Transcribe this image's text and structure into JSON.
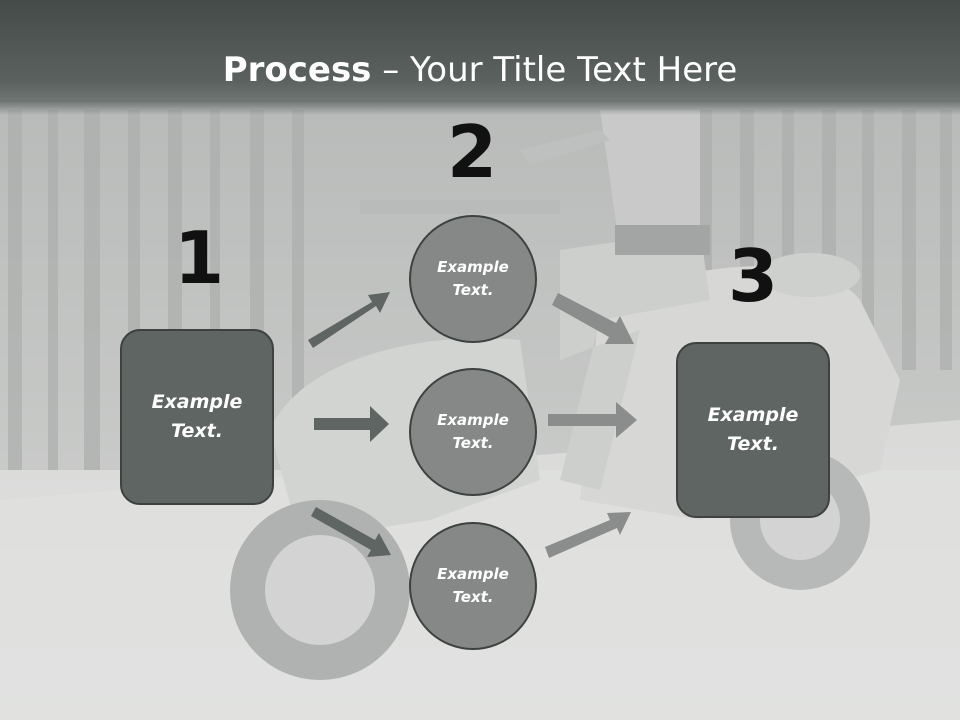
{
  "title": {
    "bold": "Process",
    "rest": " – Your Title Text Here"
  },
  "steps": {
    "n1": "1",
    "n2": "2",
    "n3": "3"
  },
  "left_box": {
    "line1": "Example",
    "line2": "Text."
  },
  "right_box": {
    "line1": "Example",
    "line2": "Text."
  },
  "circles": [
    {
      "line1": "Example",
      "line2": "Text."
    },
    {
      "line1": "Example",
      "line2": "Text."
    },
    {
      "line1": "Example",
      "line2": "Text."
    }
  ],
  "colors": {
    "title_bar": "#4a504e",
    "box_fill": "#5e6562",
    "circle_fill": "#858886",
    "arrow_dark": "#5e6562",
    "arrow_light": "#8a8d8b",
    "number": "#111111"
  }
}
